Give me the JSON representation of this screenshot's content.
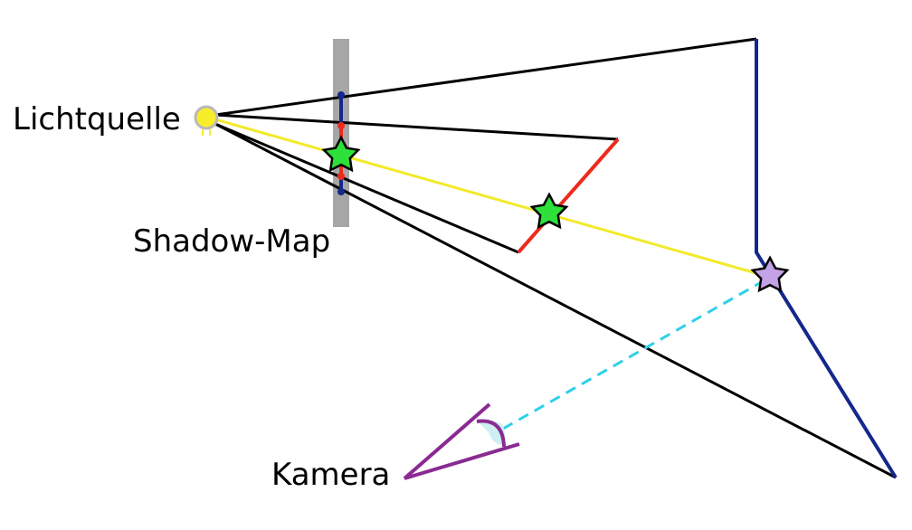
{
  "labels": {
    "light_source": "Lichtquelle",
    "shadow_map": "Shadow-Map",
    "camera": "Kamera"
  },
  "colors": {
    "ray": "#000000",
    "light_ray": "#f2ea2a",
    "surface_far": "#13288c",
    "surface_near": "#ee2a1c",
    "shadow_map_plane": "#a6a6a6",
    "view_ray": "#2ed0ea",
    "camera": "#8a2a92",
    "marker_green": "#2de03a",
    "marker_purple": "#c3a2e6",
    "light_fill": "#f7ee2a",
    "light_outline": "#b9b9b9"
  },
  "icons": {
    "light": "sun-icon",
    "camera": "eye-icon",
    "star": "star-marker"
  }
}
